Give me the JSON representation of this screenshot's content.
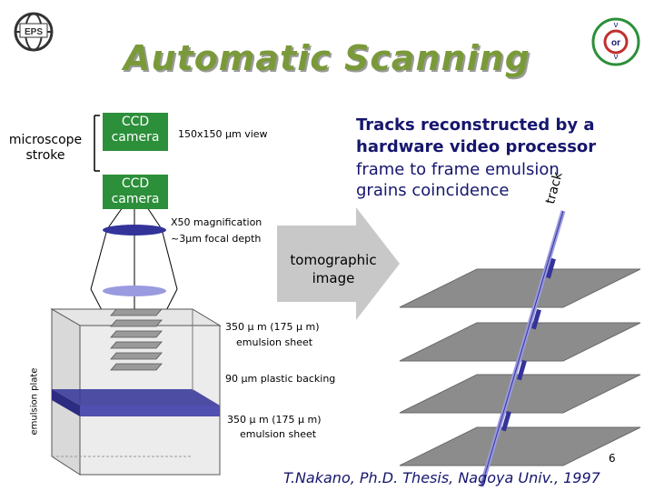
{
  "title": "Automatic Scanning",
  "labels": {
    "microscope_stroke": [
      "microscope",
      "stroke"
    ],
    "ccd_camera_top": [
      "CCD",
      "camera"
    ],
    "ccd_camera_bottom": [
      "CCD",
      "camera"
    ],
    "view": "150x150 µm view",
    "magnification": "X50 magnification",
    "focal_depth": "~3µm focal depth",
    "emulsion_plate": "emulsion plate",
    "sheet1_thickness": "350 µ m (175 µ m)",
    "sheet1_name": "emulsion sheet",
    "plastic_backing": "90 µm plastic backing",
    "sheet2_thickness": "350 µ m (175 µ m)",
    "sheet2_name": "emulsion sheet",
    "track": "track",
    "tomographic": [
      "tomographic",
      "image"
    ]
  },
  "text": {
    "line1": "Tracks reconstructed by a",
    "line2": "hardware video processor",
    "line3": "frame to frame emulsion",
    "line4": "grains coincidence"
  },
  "footer": {
    "page_number": "6",
    "citation": "T.Nakano, Ph.D. Thesis, Nagoya Univ., 1997"
  },
  "colors": {
    "title": "#7a9a3a",
    "camera": "#2c8f3a",
    "blue_text": "#16166e",
    "arrow": "#c8c8c8",
    "plane": "#8c8c8c",
    "lens_dark": "#33339a",
    "lens_light": "#9a9ae0",
    "backing": "#3c3c9c"
  }
}
